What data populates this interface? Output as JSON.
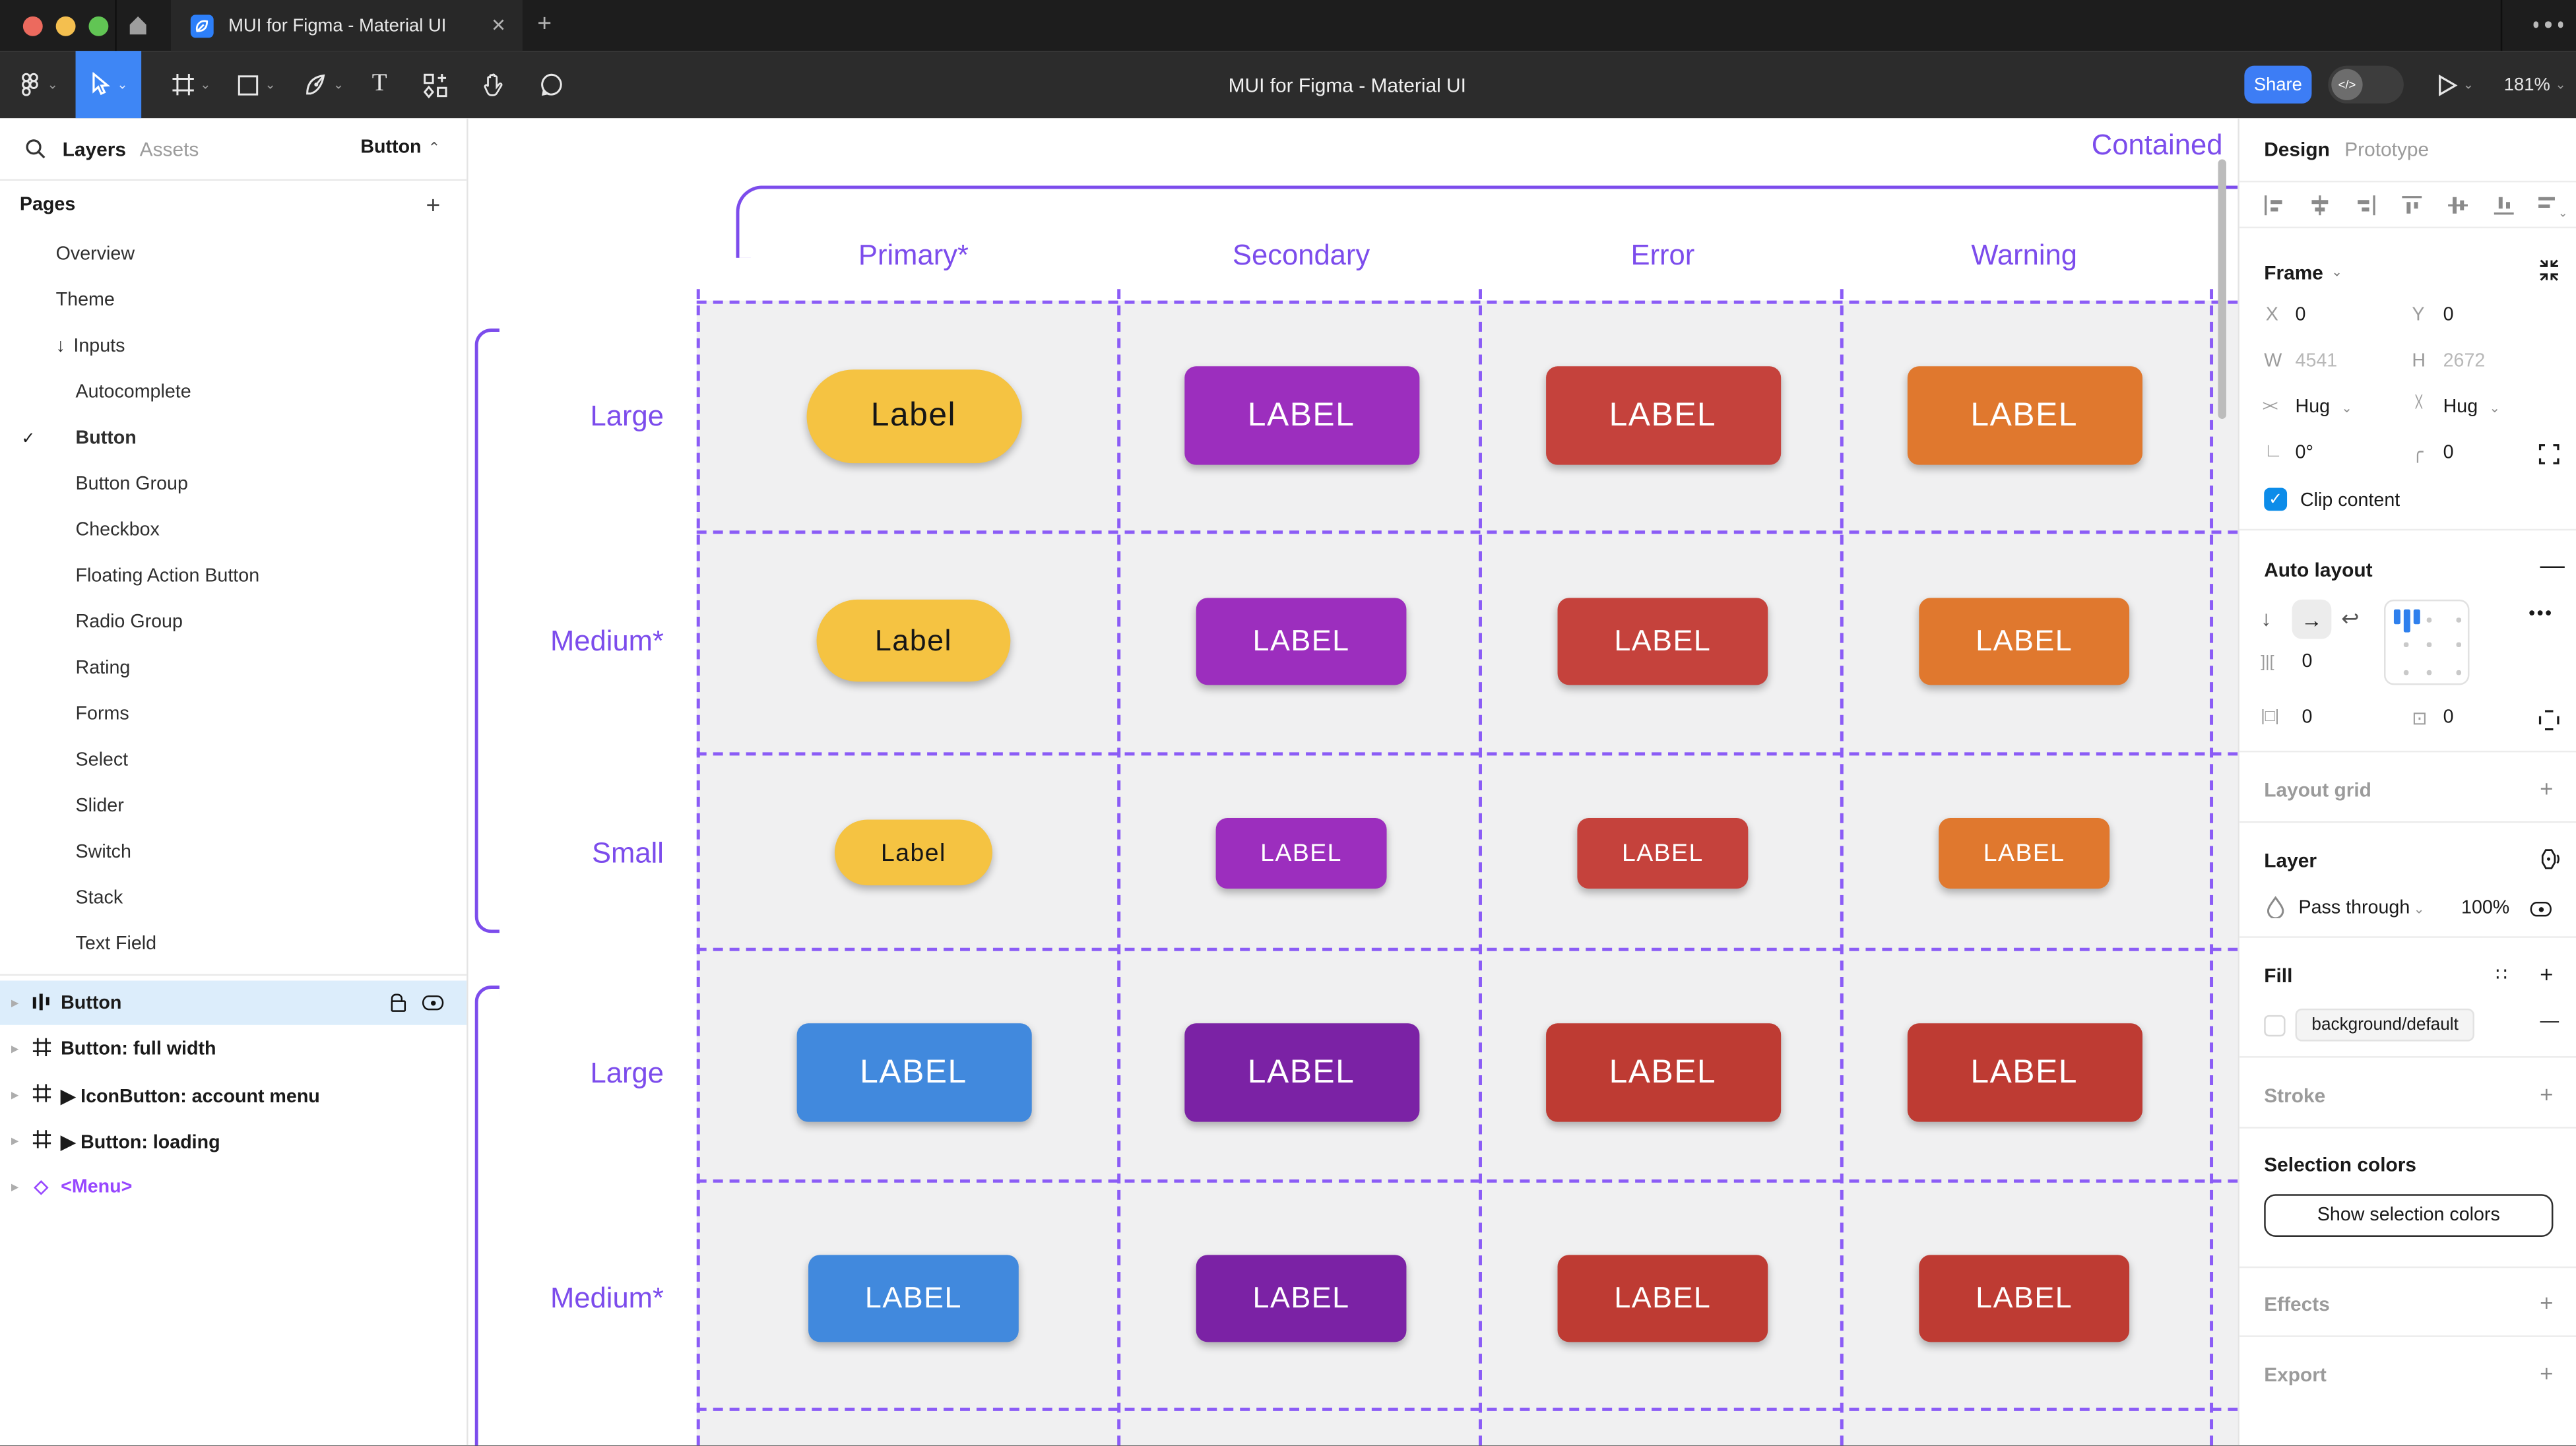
{
  "colors": {
    "accent_blue": "#3d7df5",
    "tool_selected_blue": "#3e86f5",
    "selection_row_blue": "#dcedfb",
    "canvas_annotation_purple": "#7c4cec",
    "dashed_grid_purple": "#8b5cf6",
    "component_purple": "#9747ff",
    "checkbox_blue": "#0c8ce9"
  },
  "tab_bar": {
    "tab_title": "MUI for Figma - Material UI",
    "close": "✕",
    "new_tab": "+"
  },
  "toolbar": {
    "title": "MUI for Figma - Material UI",
    "share": "Share",
    "dev_toggle": "</>",
    "zoom": "181%"
  },
  "sidebar": {
    "layers_tab": "Layers",
    "assets_tab": "Assets",
    "selection": "Button",
    "pages_label": "Pages",
    "add": "+",
    "pages": [
      {
        "label": "Overview",
        "level": 0
      },
      {
        "label": "Theme",
        "level": 0
      },
      {
        "label": "Inputs",
        "level": 0,
        "prefix": "↓"
      },
      {
        "label": "Autocomplete",
        "level": 1
      },
      {
        "label": "Button",
        "level": 1,
        "checked": true
      },
      {
        "label": "Button Group",
        "level": 1
      },
      {
        "label": "Checkbox",
        "level": 1
      },
      {
        "label": "Floating Action Button",
        "level": 1
      },
      {
        "label": "Radio Group",
        "level": 1
      },
      {
        "label": "Rating",
        "level": 1
      },
      {
        "label": "Forms",
        "level": 1
      },
      {
        "label": "Select",
        "level": 1
      },
      {
        "label": "Slider",
        "level": 1
      },
      {
        "label": "Switch",
        "level": 1
      },
      {
        "label": "Stack",
        "level": 1
      },
      {
        "label": "Text Field",
        "level": 1
      }
    ],
    "layers": [
      {
        "label": "Button",
        "icon": "autolayout",
        "selected": true
      },
      {
        "label": "Button: full width",
        "icon": "frame"
      },
      {
        "label": "▶ IconButton: account menu",
        "icon": "frame"
      },
      {
        "label": "▶ Button: loading",
        "icon": "frame"
      },
      {
        "label": "<Menu>",
        "icon": "component"
      }
    ]
  },
  "canvas": {
    "frame_label": "Contained",
    "columns": [
      "Primary*",
      "Secondary",
      "Error",
      "Warning"
    ],
    "rows": [
      "Large",
      "Medium*",
      "Small",
      "Large",
      "Medium*"
    ],
    "buttons": [
      [
        {
          "text": "Label",
          "bg": "#f5c342",
          "fg": "#161616",
          "pill": true
        },
        {
          "text": "LABEL",
          "bg": "#9c2ebe",
          "fg": "#ffffff"
        },
        {
          "text": "LABEL",
          "bg": "#c5423c",
          "fg": "#ffffff"
        },
        {
          "text": "LABEL",
          "bg": "#e0782e",
          "fg": "#ffffff"
        }
      ],
      [
        {
          "text": "Label",
          "bg": "#f5c342",
          "fg": "#161616",
          "pill": true
        },
        {
          "text": "LABEL",
          "bg": "#9c2ebe",
          "fg": "#ffffff"
        },
        {
          "text": "LABEL",
          "bg": "#c5423c",
          "fg": "#ffffff"
        },
        {
          "text": "LABEL",
          "bg": "#e0782e",
          "fg": "#ffffff"
        }
      ],
      [
        {
          "text": "Label",
          "bg": "#f5c342",
          "fg": "#161616",
          "pill": true
        },
        {
          "text": "LABEL",
          "bg": "#9c2ebe",
          "fg": "#ffffff"
        },
        {
          "text": "LABEL",
          "bg": "#c5423c",
          "fg": "#ffffff"
        },
        {
          "text": "LABEL",
          "bg": "#e0782e",
          "fg": "#ffffff"
        }
      ],
      [
        {
          "text": "LABEL",
          "bg": "#4189dd",
          "fg": "#ffffff"
        },
        {
          "text": "LABEL",
          "bg": "#7b22a5",
          "fg": "#ffffff"
        },
        {
          "text": "LABEL",
          "bg": "#be3b33",
          "fg": "#ffffff"
        },
        {
          "text": "LABEL",
          "bg": "#be3b33",
          "fg": "#ffffff"
        }
      ],
      [
        {
          "text": "LABEL",
          "bg": "#4189dd",
          "fg": "#ffffff"
        },
        {
          "text": "LABEL",
          "bg": "#7b22a5",
          "fg": "#ffffff"
        },
        {
          "text": "LABEL",
          "bg": "#be3b33",
          "fg": "#ffffff"
        },
        {
          "text": "LABEL",
          "bg": "#be3b33",
          "fg": "#ffffff"
        }
      ]
    ]
  },
  "panel": {
    "design_tab": "Design",
    "prototype_tab": "Prototype",
    "frame": {
      "title": "Frame",
      "x_label": "X",
      "x_value": "0",
      "y_label": "Y",
      "y_value": "0",
      "w_label": "W",
      "w_value": "4541",
      "h_label": "H",
      "h_value": "2672",
      "hug_h": "Hug",
      "hug_v": "Hug",
      "rotation": "0°",
      "radius": "0",
      "clip": "Clip content"
    },
    "auto_layout": {
      "title": "Auto layout",
      "gap": "0",
      "pad_h": "0",
      "pad_v": "0"
    },
    "layout_grid": "Layout grid",
    "layer": {
      "title": "Layer",
      "blend": "Pass through",
      "opacity": "100%"
    },
    "fill": {
      "title": "Fill",
      "token": "background/default"
    },
    "stroke_title": "Stroke",
    "selection_colors": {
      "title": "Selection colors",
      "button": "Show selection colors"
    },
    "effects_title": "Effects",
    "export_title": "Export"
  }
}
